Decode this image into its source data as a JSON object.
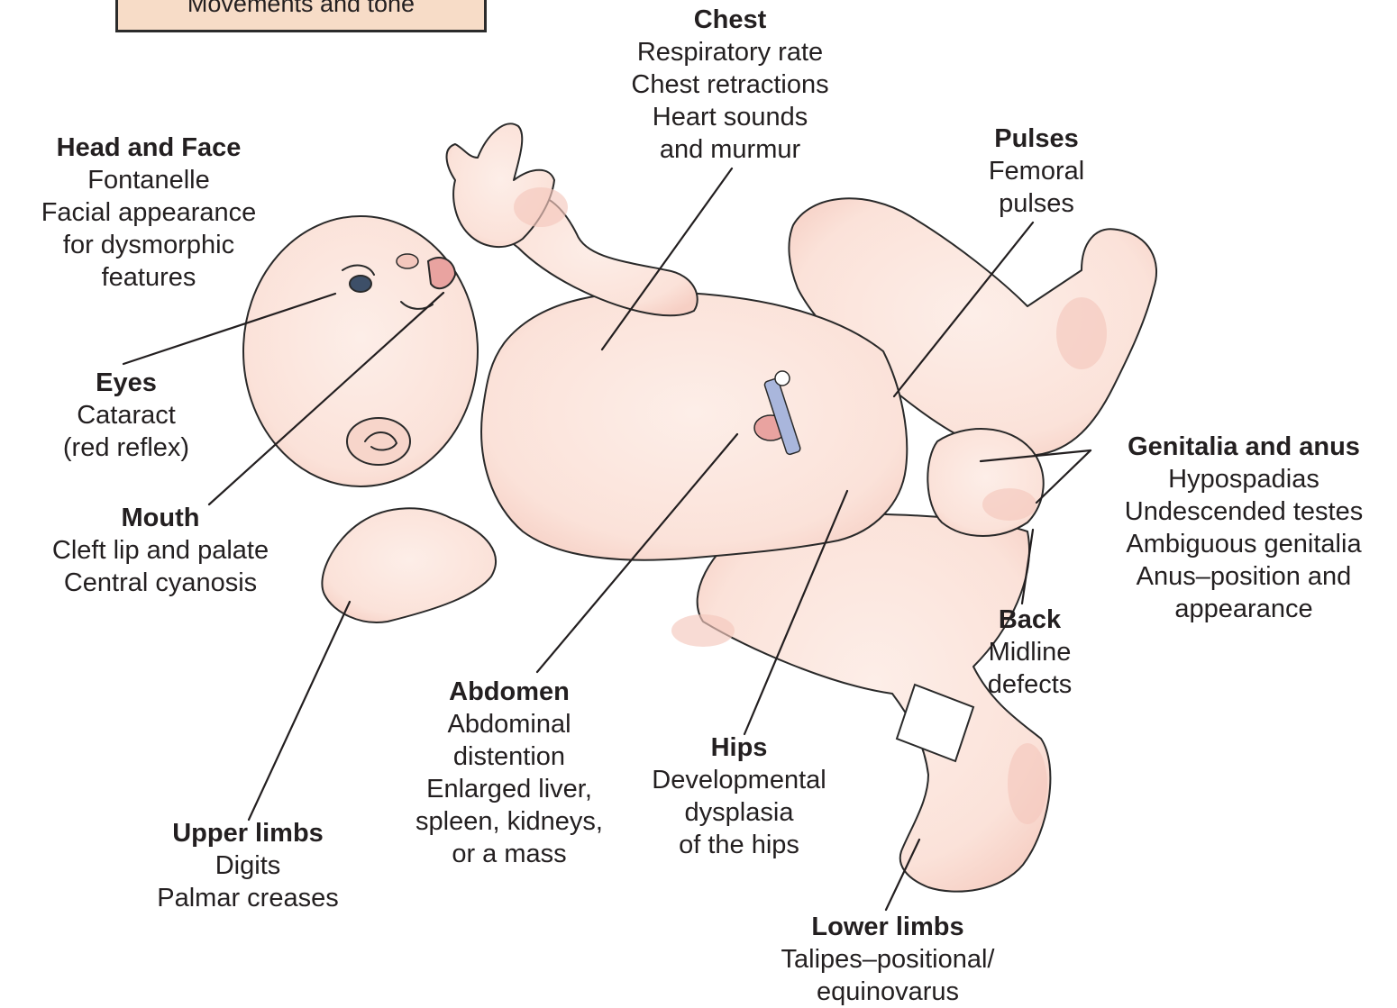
{
  "title_box": {
    "text": "Movements and tone"
  },
  "labels": {
    "chest": {
      "title": "Chest",
      "lines": [
        "Respiratory rate",
        "Chest retractions",
        "Heart sounds",
        "and murmur"
      ]
    },
    "head_face": {
      "title": "Head and Face",
      "lines": [
        "Fontanelle",
        "Facial appearance",
        "for dysmorphic",
        "features"
      ]
    },
    "pulses": {
      "title": "Pulses",
      "lines": [
        "Femoral",
        "pulses"
      ]
    },
    "eyes": {
      "title": "Eyes",
      "lines": [
        "Cataract",
        "(red reflex)"
      ]
    },
    "genitalia": {
      "title": "Genitalia and anus",
      "lines": [
        "Hypospadias",
        "Undescended testes",
        "Ambiguous genitalia",
        "Anus–position and",
        "appearance"
      ]
    },
    "mouth": {
      "title": "Mouth",
      "lines": [
        "Cleft lip and palate",
        "Central cyanosis"
      ]
    },
    "back": {
      "title": "Back",
      "lines": [
        "Midline",
        "defects"
      ]
    },
    "abdomen": {
      "title": "Abdomen",
      "lines": [
        "Abdominal",
        "distention",
        "Enlarged liver,",
        "spleen, kidneys,",
        "or a mass"
      ]
    },
    "hips": {
      "title": "Hips",
      "lines": [
        "Developmental",
        "dysplasia",
        "of the hips"
      ]
    },
    "upper_limbs": {
      "title": "Upper limbs",
      "lines": [
        "Digits",
        "Palmar creases"
      ]
    },
    "lower_limbs": {
      "title": "Lower limbs",
      "lines": [
        "Talipes–positional/",
        "equinovarus"
      ]
    }
  },
  "colors": {
    "skin": "#fbe4dc",
    "skin_shade": "#f4c7bd",
    "outline": "#2a2a2a",
    "box_fill": "#f7dcc7",
    "clamp": "#a9b6dc"
  }
}
